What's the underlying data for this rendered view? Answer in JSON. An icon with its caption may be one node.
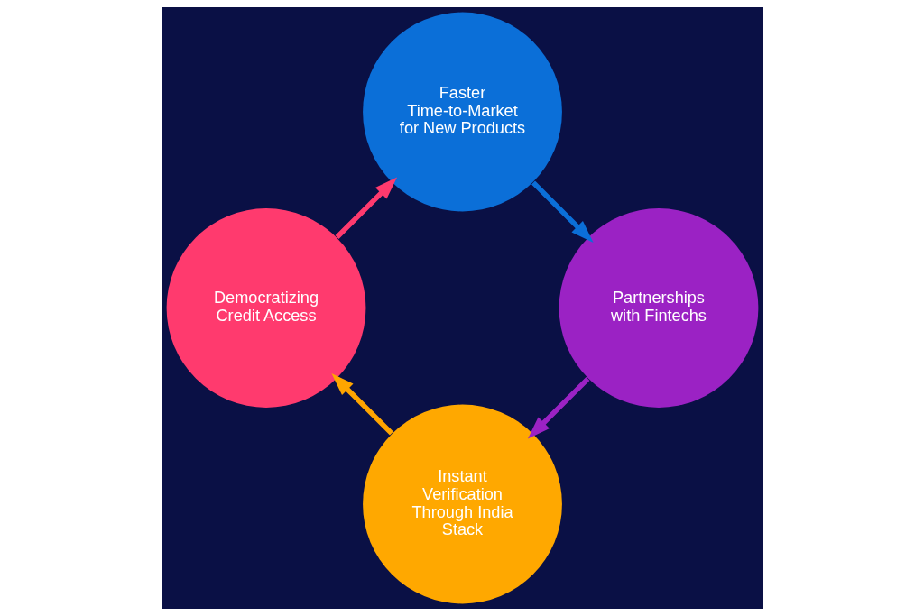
{
  "diagram": {
    "nodes": [
      {
        "text": [
          "Instant Verification Through India Stack"
        ]
      },
      {
        "text": [
          "Democratizing Credit Access"
        ]
      },
      {
        "text": [
          "Faster Time-to-Market for New Products"
        ]
      },
      {
        "text": [
          "Partnerships with Fintechs"
        ]
      }
    ],
    "edges": [
      {
        "from": 0,
        "to": 1,
        "arrow": "to",
        "color": "#ffa500"
      },
      {
        "from": 1,
        "to": 2,
        "arrow": "to",
        "color": "#ff3a6e"
      },
      {
        "from": 2,
        "to": 3,
        "arrow": "to",
        "color": "#0b6fd8"
      },
      {
        "from": 3,
        "to": 0,
        "arrow": "to",
        "color": "#9b22c4"
      }
    ]
  }
}
